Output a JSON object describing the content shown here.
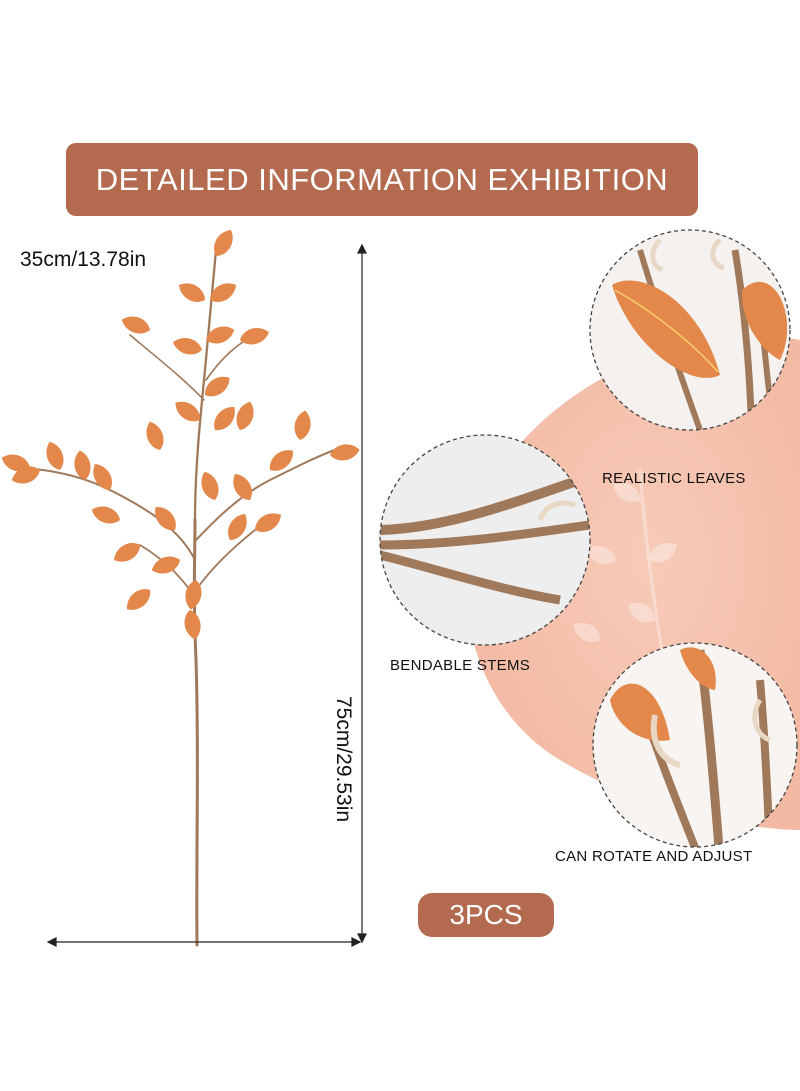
{
  "header": {
    "title": "DETAILED INFORMATION EXHIBITION"
  },
  "dimensions": {
    "width_label": "35cm/13.78in",
    "height_label": "75cm/29.53in"
  },
  "features": [
    {
      "label": "REALISTIC LEAVES"
    },
    {
      "label": "BENDABLE STEMS"
    },
    {
      "label": "CAN ROTATE AND ADJUST"
    }
  ],
  "quantity": {
    "label": "3PCS"
  },
  "colors": {
    "brand": "#b36a4f",
    "leaf": "#e3874a",
    "leaf_light": "#f2a778",
    "stem": "#a0785a",
    "blush": "#f7cbb9"
  }
}
